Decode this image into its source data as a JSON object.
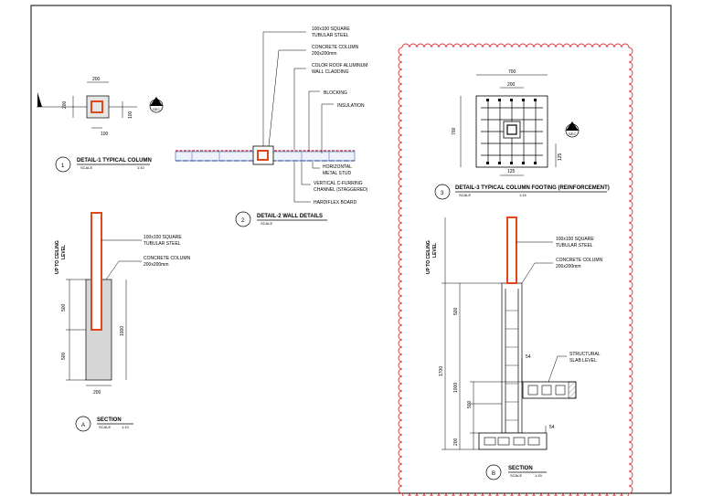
{
  "colors": {
    "steel": "#e0481b",
    "concrete": "#d6d6d6",
    "cladding": "#c1272d",
    "insulation": "#3b5bb5",
    "cloud": "#e03131",
    "line": "#000000"
  },
  "detail1": {
    "number": "1",
    "title": "DETAIL-1 TYPICAL COLUMN",
    "scale_label": "SCALE",
    "scale_value": "1:10",
    "dim_top": "200",
    "dim_left": "200",
    "dim_right": "100",
    "dim_bottom": "100",
    "section_marker_letter": "A",
    "section_marker_sub": "SEC"
  },
  "detail2": {
    "number": "2",
    "title": "DETAIL-2 WALL DETAILS",
    "scale_label": "SCALE",
    "labels": {
      "tubular_l1": "100x100 SQUARE",
      "tubular_l2": "TUBULAR STEEL",
      "concrete_l1": "CONCRETE COLUMN",
      "concrete_l2": "200x200mm",
      "cladding_l1": "COLOR ROOF ALUMINUM",
      "cladding_l2": "WALL CLADDING",
      "blocking": "BLOCKING",
      "insulation": "INSULATION",
      "stud_l1": "HORIZONTAL",
      "stud_l2": "METAL STUD",
      "furring_l1": "VERTICAL C-FURRING",
      "furring_l2": "CHANNEL (STAGGERED)",
      "hardiflex": "HARDIFLEX BOARD"
    }
  },
  "detail3": {
    "number": "3",
    "title": "DETAIL-3 TYPICAL COLUMN FOOTING (REINFORCEMENT)",
    "scale_label": "SCALE",
    "scale_value": "1:15",
    "dim_top_outer": "700",
    "dim_top_inner": "200",
    "dim_left": "700",
    "dim_bottom": "125",
    "dim_right": "125",
    "section_marker_letter": "B",
    "section_marker_sub": "SEC"
  },
  "sectionA": {
    "letter": "A",
    "title": "SECTION",
    "scale_label": "SCALE",
    "scale_value": "1:10",
    "vertical_label_l1": "UP TO CEILING",
    "vertical_label_l2": "LEVEL",
    "tubular_l1": "100x100 SQUARE",
    "tubular_l2": "TUBULAR STEEL",
    "concrete_l1": "CONCRETE COLUMN",
    "concrete_l2": "200x200mm",
    "dim_500_top": "500",
    "dim_500_bottom": "500",
    "dim_1000": "1000",
    "dim_200": "200"
  },
  "sectionB": {
    "letter": "B",
    "title": "SECTION",
    "scale_label": "SCALE",
    "scale_value": "1:15",
    "vertical_label_l1": "UP TO CEILING",
    "vertical_label_l2": "LEVEL",
    "tubular_l1": "100x100 SQUARE",
    "tubular_l2": "TUBULAR STEEL",
    "concrete_l1": "CONCRETE COLUMN",
    "concrete_l2": "200x200mm",
    "slab_l1": "STRUCTURAL",
    "slab_l2": "SLAB LEVEL",
    "dim_500": "500",
    "dim_1700": "1700",
    "dim_1000": "1000",
    "dim_500_low": "500",
    "dim_200": "200",
    "dim_54_top": "54",
    "dim_54_bottom": "54"
  }
}
